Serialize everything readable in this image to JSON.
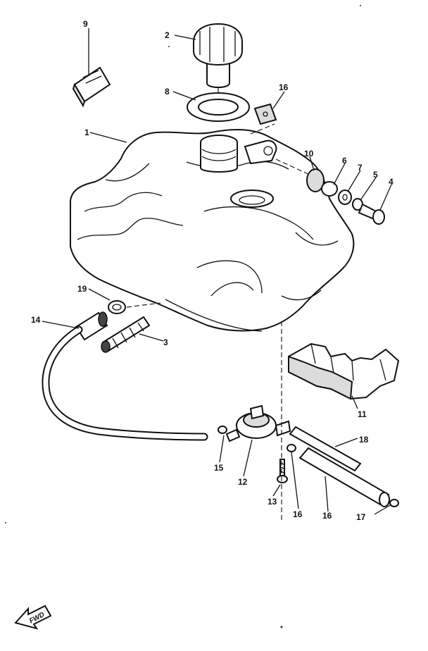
{
  "callouts": [
    "1",
    "2",
    "3",
    "4",
    "5",
    "6",
    "7",
    "8",
    "9",
    "10",
    "11",
    "12",
    "13",
    "14",
    "15",
    "16",
    "16",
    "16",
    "17",
    "18",
    "19"
  ],
  "fwd_label": "FWD"
}
